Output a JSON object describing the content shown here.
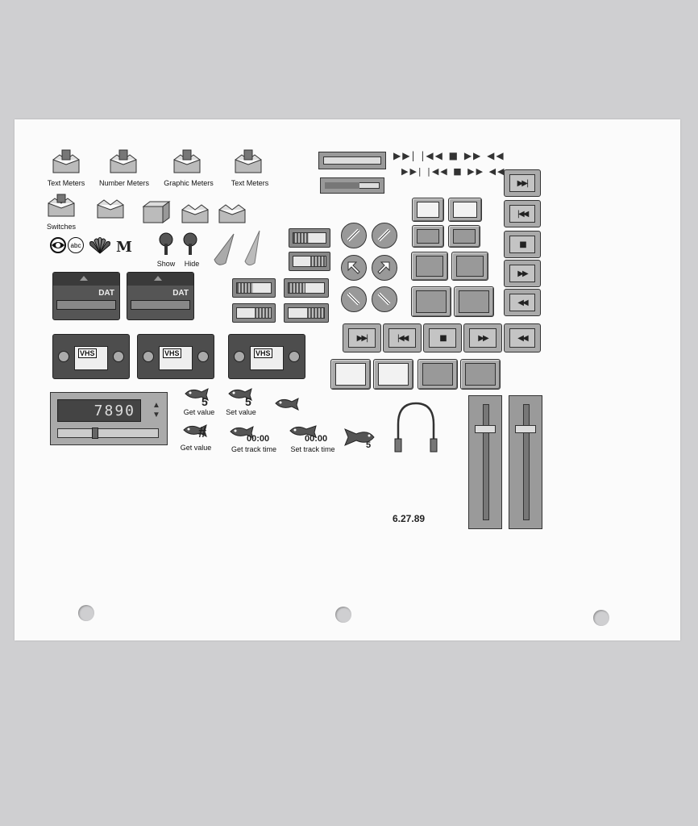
{
  "boxes_row1": [
    {
      "label": "Text Meters"
    },
    {
      "label": "Number Meters"
    },
    {
      "label": "Graphic Meters"
    },
    {
      "label": "Text Meters"
    }
  ],
  "boxes_row2": {
    "switches_label": "Switches"
  },
  "trees": {
    "show_label": "Show",
    "hide_label": "Hide"
  },
  "logos": {
    "abc_text": "abc",
    "mtv_text": "M"
  },
  "dat": {
    "label": "DAT"
  },
  "vhs": {
    "label": "VHS"
  },
  "counter": {
    "value": "7890"
  },
  "fish": {
    "get_value_1": "Get value",
    "set_value": "Set value",
    "get_value_2": "Get value",
    "get_track_time": "Get track time",
    "set_track_time": "Set track time",
    "num_5": "5",
    "hash": "#",
    "time_00": "00:00"
  },
  "transport": {
    "play_next": "▶▶|",
    "prev": "|◀◀",
    "stop": "■",
    "ffwd": "▶▶",
    "rew": "◀◀"
  },
  "date": "6.27.89"
}
